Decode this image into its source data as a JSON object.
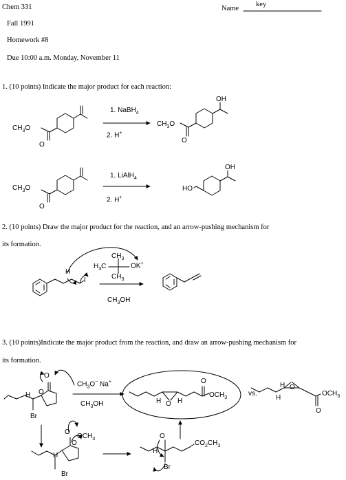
{
  "header": {
    "course": "Chem 331",
    "term": "Fall  1991",
    "assignment": "Homework #8",
    "due": "Due 10:00 a.m. Monday,  November 11",
    "name_label": "Name",
    "name_value": "key"
  },
  "q1": {
    "prompt": "1.  (10 points) Indicate the major product for each reaction:",
    "rxn_a": {
      "reagent1": "1. NaBH",
      "reagent1_sub": "4",
      "reagent2": "2.  H",
      "reagent2_sup": "+",
      "start_ester": "CH",
      "start_ester_sub": "3",
      "start_ester_tail": "O",
      "start_o": "O",
      "prod_ester": "CH",
      "prod_ester_sub": "3",
      "prod_ester_tail": "O",
      "prod_o": "O",
      "prod_oh": "OH"
    },
    "rxn_b": {
      "reagent1": "1. LiAlH",
      "reagent1_sub": "4",
      "reagent2": "2.  H",
      "reagent2_sup": "+",
      "start_ester": "CH",
      "start_ester_sub": "3",
      "start_ester_tail": "O",
      "start_o": "O",
      "prod_ho": "HO",
      "prod_oh": "OH"
    }
  },
  "q2": {
    "prompt_line1": "2.  (10 points) Draw the major product for the reaction,  and an arrow-pushing mechanism for",
    "prompt_line2": "its formation.",
    "h_label": "H",
    "i_label": "I",
    "base_h3c": "H",
    "base_h3c_sub": "3",
    "base_h3c_tail": "C",
    "base_ch3_top": "CH",
    "base_ch3_top_sub": "3",
    "base_ch3_bottom": "CH",
    "base_ch3_bottom_sub": "3",
    "base_ok": "O",
    "base_ok_k": "K",
    "base_ok_sup": "+",
    "solvent": "CH",
    "solvent_sub": "3",
    "solvent_tail": "OH"
  },
  "q3": {
    "prompt_line1": "3.  (10 points)Indicate the major product from the reaction,  and draw an arrow-pushing mechanism for",
    "prompt_line2": "its formation.",
    "reagent": "CH",
    "reagent_sub": "3",
    "reagent_o": "O",
    "reagent_na": "Na",
    "reagent_sup": "+",
    "solvent": "CH",
    "solvent_sub": "3",
    "solvent_tail": "OH",
    "vs": "vs.",
    "product_ester": "OCH",
    "product_ester_sub": "3",
    "product_o": "O",
    "alt_ester": "OCH",
    "alt_ester_sub": "3",
    "alt_o": "O",
    "inter_och3": "OCH",
    "inter_och3_sub": "3",
    "co2ch3": "CO",
    "co2ch3_sub": "2",
    "co2ch3_tail": "CH",
    "co2ch3_sub2": "3",
    "h": "H",
    "o": "O",
    "br": "Br"
  }
}
